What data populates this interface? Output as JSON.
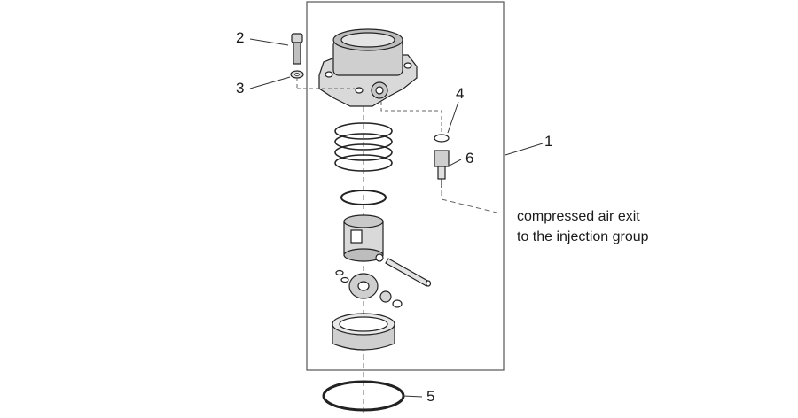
{
  "callouts": [
    {
      "id": "1",
      "text": "1"
    },
    {
      "id": "2",
      "text": "2"
    },
    {
      "id": "3",
      "text": "3"
    },
    {
      "id": "4",
      "text": "4"
    },
    {
      "id": "5",
      "text": "5"
    },
    {
      "id": "6",
      "text": "6"
    }
  ],
  "annotation": {
    "line1": "compressed air exit",
    "line2": "to the injection group"
  },
  "colors": {
    "line": "#333333",
    "frame": "#555555",
    "shade": "#b5b5b5"
  }
}
